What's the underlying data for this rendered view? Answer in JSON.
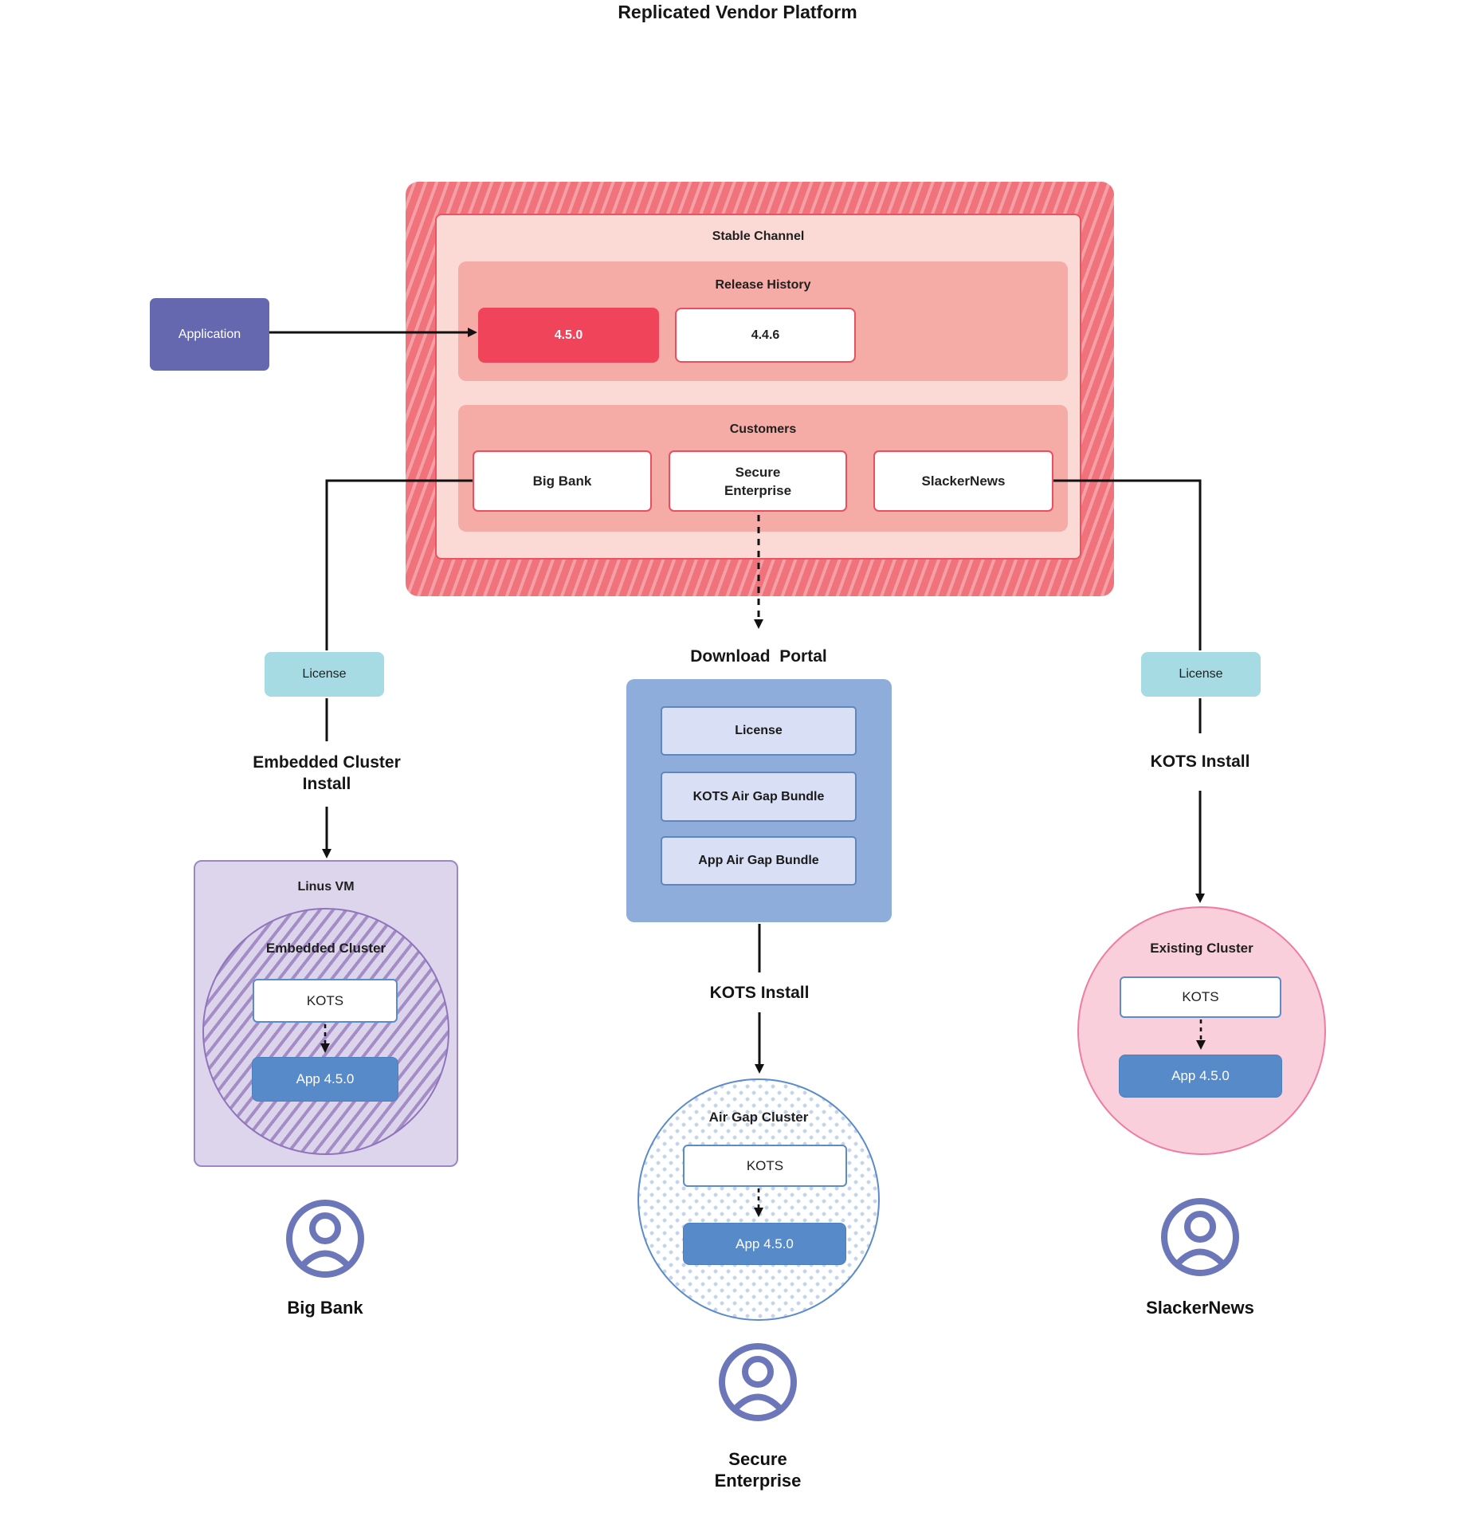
{
  "title": "Replicated Vendor Platform",
  "application": {
    "label": "Application"
  },
  "platform": {
    "stable_channel": "Stable Channel",
    "release_history": "Release History",
    "releases": [
      "4.5.0",
      "4.4.6"
    ],
    "customers_label": "Customers",
    "customers": [
      "Big Bank",
      "Secure Enterprise",
      "SlackerNews"
    ]
  },
  "big_bank_flow": {
    "license": "License",
    "install": "Embedded Cluster Install",
    "vm": "Linus VM",
    "cluster": "Embedded Cluster",
    "kots": "KOTS",
    "app": "App 4.5.0",
    "person": "Big Bank"
  },
  "secure_flow": {
    "portal_title": "Download  Portal",
    "portal_items": [
      "License",
      "KOTS Air Gap Bundle",
      "App Air Gap Bundle"
    ],
    "install": "KOTS Install",
    "cluster": "Air Gap Cluster",
    "kots": "KOTS",
    "app": "App 4.5.0",
    "person": "Secure Enterprise"
  },
  "slacker_flow": {
    "license": "License",
    "install": "KOTS Install",
    "cluster": "Existing Cluster",
    "kots": "KOTS",
    "app": "App 4.5.0",
    "person": "SlackerNews"
  },
  "colors": {
    "hatch_red_base": "#F0737C",
    "hatch_red_stripe": "#F5A0A7",
    "stable_pink": "#FBDAD5",
    "red_border": "#EC5360",
    "salmon": "#F5ACA6",
    "release_red": "#EF4459",
    "application_purple": "#6568AE",
    "license_teal": "#A7DBE3",
    "vm_lavender": "#DDD5EC",
    "vm_border": "#9C87C6",
    "circle_hatch_stripe": "#A48DC6",
    "portal_blue": "#8FADDB",
    "portal_item_fill": "#D9DFF4",
    "portal_item_border": "#5E87C0",
    "kots_border_blue": "#5B8BC9",
    "app_blue": "#568AC9",
    "existing_pink_fill": "#F9CFDC",
    "existing_pink_border": "#F07BA2",
    "airgap_dot": "#C5D4EE",
    "person_purple": "#6C77BA",
    "connector_black": "#111111"
  }
}
